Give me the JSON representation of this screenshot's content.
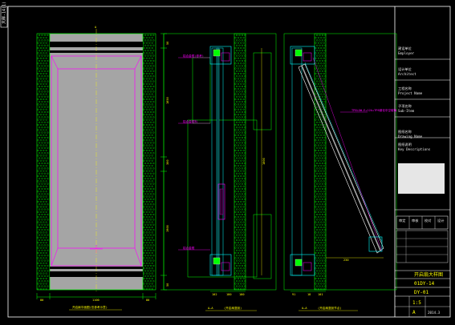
{
  "side_tab": "大样-14(1)",
  "elevation_marker": "A",
  "dims": {
    "bottom_left": "80",
    "bottom_mid": "1100",
    "bottom_right": "80",
    "left_heights": [
      "50",
      "1850",
      "300",
      "1900",
      "50"
    ],
    "section_widths_a": [
      "102",
      "180",
      "180"
    ],
    "section_widths_b": [
      "91",
      "18",
      "101"
    ],
    "open_dim": "230",
    "vert_mid": "1800"
  },
  "labels": {
    "elevation_caption": "开启扇平面图(仅参考示意)",
    "section_a": "A—A",
    "section_a_note": "(开启扇竖剖)",
    "section_b": "A—A",
    "section_b_note": "(开启扇竖剖节点)",
    "callout_top": "铝合金框(参考)",
    "callout_mid": "铝合金框料",
    "callout_low": "铝合金框",
    "open_note": "TP6LOW-E+12A+TP6钢化中空玻璃"
  },
  "title_block": {
    "row1_cn": "建设单位",
    "row1_en": "Employer",
    "row2_cn": "设计单位",
    "row2_en": "Architect",
    "row3_cn": "工程名称",
    "row3_en": "Project Name",
    "row4_cn": "子项名称",
    "row4_en": "Sub-Item",
    "row5_cn": "图纸名称",
    "row5_en": "Drawing Name",
    "row6_cn": "图纸说明",
    "row6_en": "Key Descriptions",
    "sign_labels": [
      "审定",
      "审核",
      "校对",
      "设计"
    ],
    "drawing_title": "开启扇大样图",
    "drawing_no": "01DY-14",
    "sheet_code": "DY-01",
    "scale": "1:5",
    "rev": "A",
    "date": "2014.3"
  },
  "colors": {
    "frame": "#ffffff",
    "green": "#00ff00",
    "magenta": "#ff00ff",
    "yellow": "#ffff00",
    "cyan": "#00ffff",
    "gray": "#a5a5a5"
  }
}
